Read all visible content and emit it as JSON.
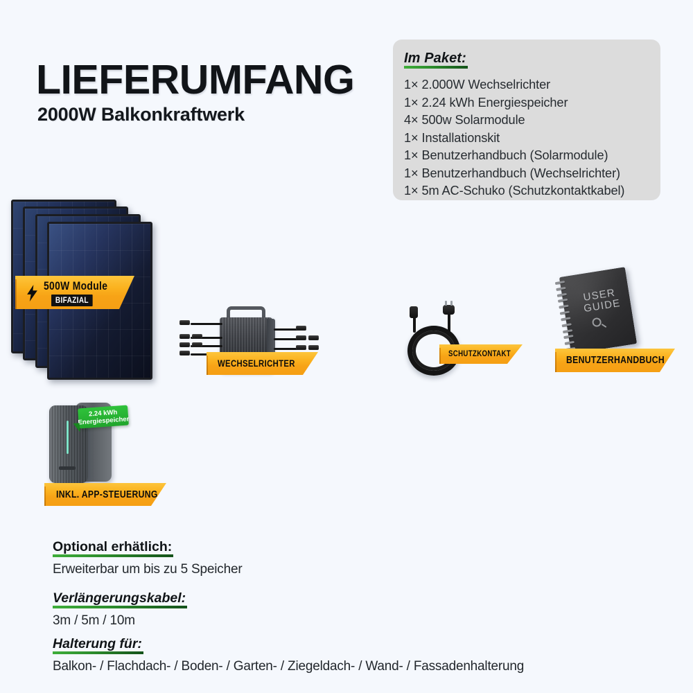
{
  "page": {
    "background_color": "#f5f8fd",
    "accent_orange": "#f9ae1b",
    "accent_green": "#2fae38",
    "title": "LIEFERUMFANG",
    "subtitle": "2000W Balkonkraftwerk"
  },
  "package_box": {
    "heading": "Im Paket:",
    "items": [
      "1× 2.000W Wechselrichter",
      "1× 2.24 kWh Energiespeicher",
      "4× 500w Solarmodule",
      "1× Installationskit",
      "1× Benutzerhandbuch (Solarmodule)",
      "1× Benutzerhandbuch (Wechselrichter)",
      "1× 5m AC-Schuko (Schutzkontaktkabel)"
    ]
  },
  "products": {
    "solar_panel": {
      "ribbon_line1": "500W Module",
      "ribbon_line2": "BIFAZIAL",
      "icon": "lightning-bolt-icon",
      "panel_count": 4
    },
    "inverter": {
      "ribbon": "WECHSELRICHTER"
    },
    "cable": {
      "ribbon": "SCHUTZKONTAKT"
    },
    "manual": {
      "ribbon": "BENUTZERHANDBUCH",
      "cover_line1": "USER",
      "cover_line2": "GUIDE",
      "cover_icon": "magnifier-icon"
    },
    "battery": {
      "ribbon": "INKL. APP-STEUERUNG",
      "badge_line1": "2.24 kWh",
      "badge_line2": "Energiespeicher",
      "badge_color": "#27b233"
    }
  },
  "bottom_sections": [
    {
      "heading": "Optional erhätlich:",
      "italic": false,
      "body": "Erweiterbar um bis zu 5 Speicher"
    },
    {
      "heading": "Verlängerungskabel:",
      "italic": true,
      "body": "3m / 5m / 10m"
    },
    {
      "heading": "Halterung für:",
      "italic": true,
      "body": "Balkon- / Flachdach- / Boden- / Garten- / Ziegeldach- / Wand- / Fassadenhalterung"
    }
  ]
}
